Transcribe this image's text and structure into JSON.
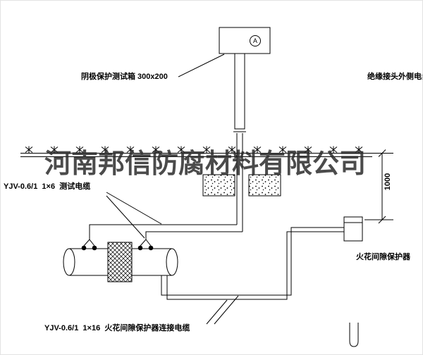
{
  "watermark": {
    "text": "河南邦信防腐材料有限公司"
  },
  "labels": {
    "test_box": "阴极保护测试箱 300x200",
    "insulated_joint_cable": "绝缘接头外侧电缆",
    "test_cable": "YJV-0.6/1  1×6  测试电缆",
    "spark_gap": "火花间隙保护器",
    "connection_cable": "YJV-0.6/1  1×16  火花间隙保护器连接电缆",
    "dimension": "1000",
    "terminal": "A"
  },
  "colors": {
    "line": "#000000",
    "background": "#ffffff",
    "watermark": "#2b2b2b"
  }
}
